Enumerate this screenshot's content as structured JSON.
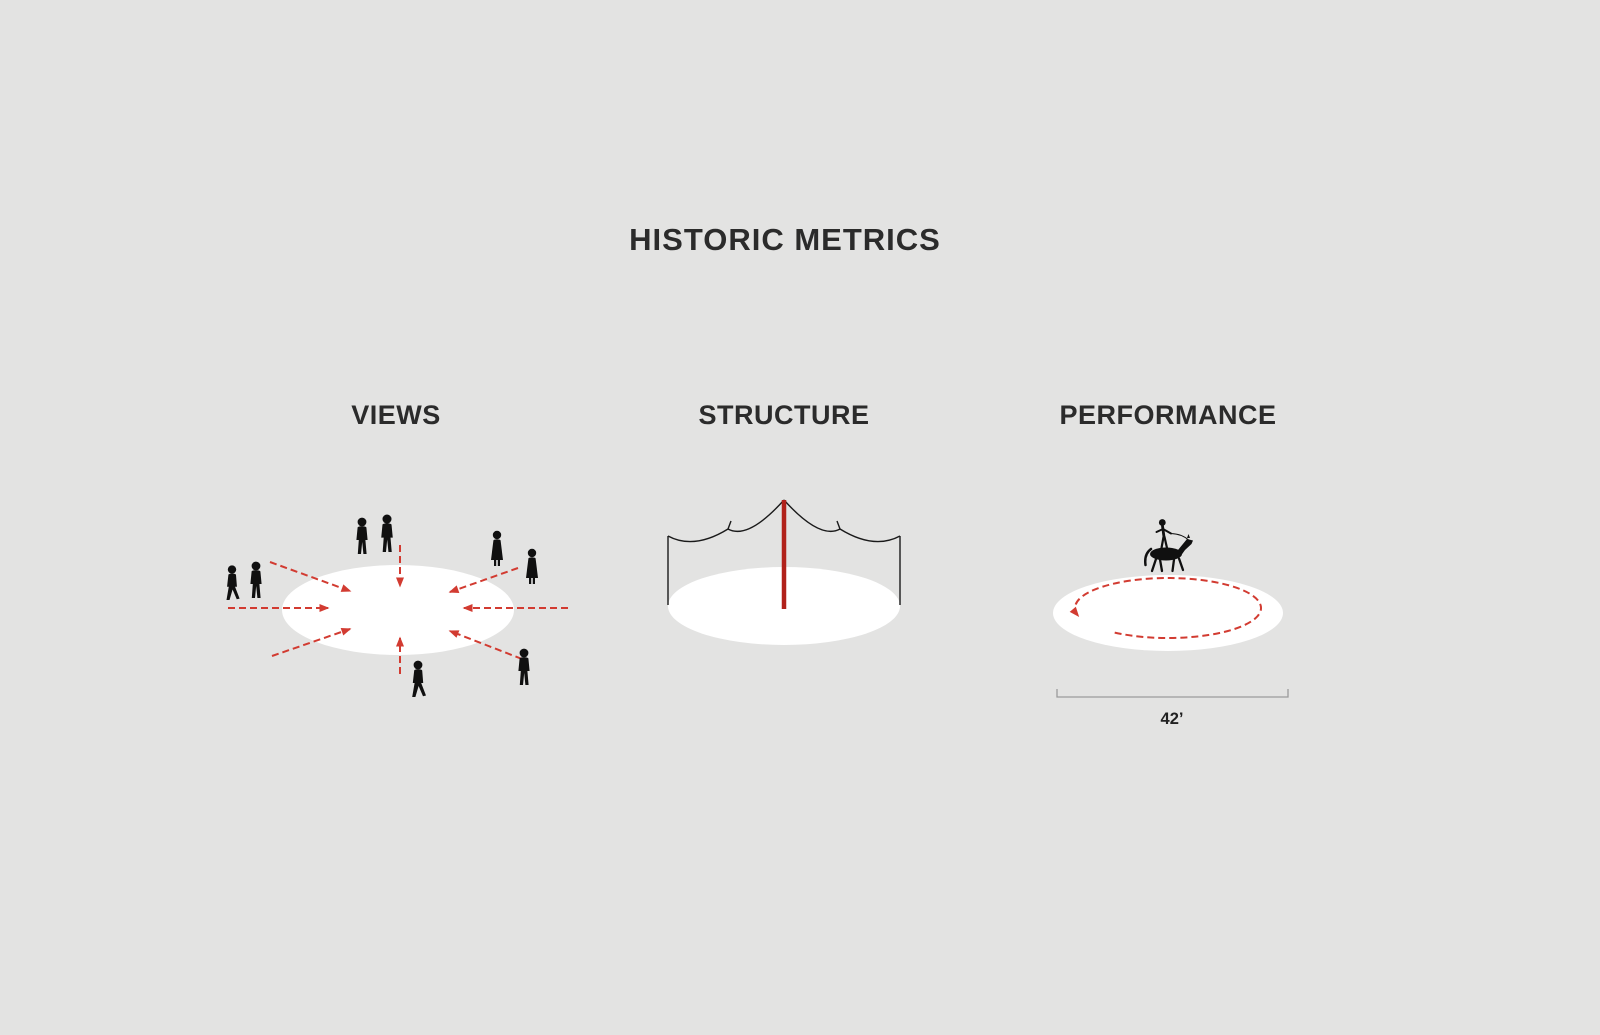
{
  "title": "HISTORIC METRICS",
  "panels": [
    {
      "id": "views",
      "label": "VIEWS"
    },
    {
      "id": "structure",
      "label": "STRUCTURE"
    },
    {
      "id": "performance",
      "label": "PERFORMANCE"
    }
  ],
  "performance": {
    "dimension_label": "42’"
  },
  "icons": {
    "spectator": "person-silhouette",
    "view_arrow": "dashed-inward-arrow",
    "tent": "tent-frame-lines",
    "center_pole": "red-vertical-pole",
    "horse_rider": "horse-and-rider-silhouette",
    "rotation": "dashed-ellipse-arrow",
    "dimension": "bracket-dimension-line"
  },
  "colors": {
    "background": "#e3e3e2",
    "ink": "#2b2b2b",
    "accent_red": "#d23b31",
    "pole_red": "#b1211a",
    "silhouette": "#101010",
    "ring_fill": "#ffffff",
    "dimension_gray": "#9b9b9b"
  }
}
